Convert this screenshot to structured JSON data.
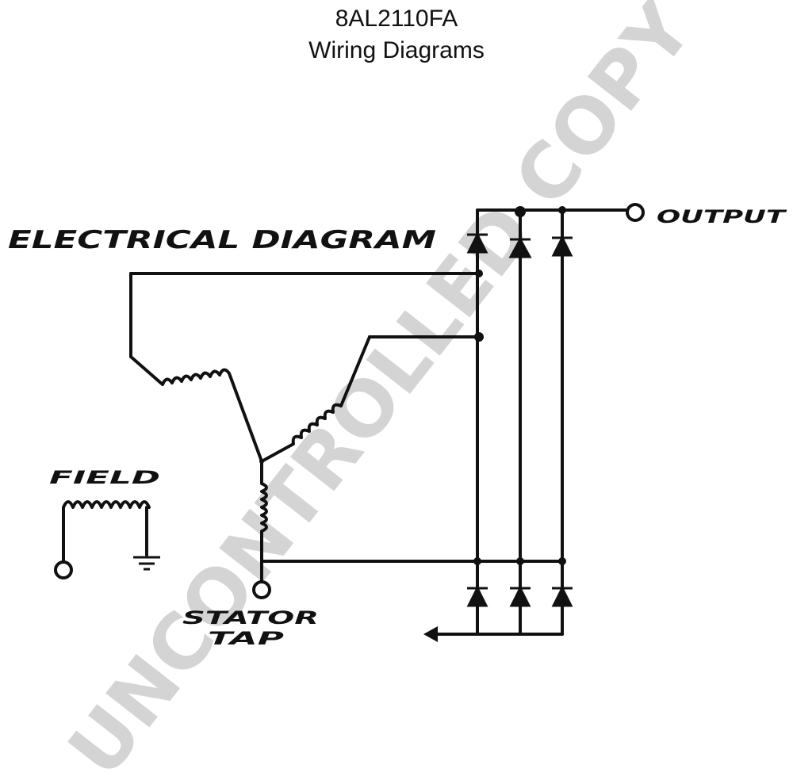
{
  "header": {
    "model": "8AL2110FA",
    "subtitle": "Wiring Diagrams"
  },
  "diagram": {
    "title": "ELECTRICAL DIAGRAM",
    "labels": {
      "output": "OUTPUT",
      "field": "FIELD",
      "stator_tap_line1": "STATOR",
      "stator_tap_line2": "TAP"
    }
  },
  "watermark": {
    "text": "UNCONTROLLED COPY",
    "color": "#d4d4d4"
  },
  "colors": {
    "ink": "#111111",
    "background": "#ffffff"
  }
}
